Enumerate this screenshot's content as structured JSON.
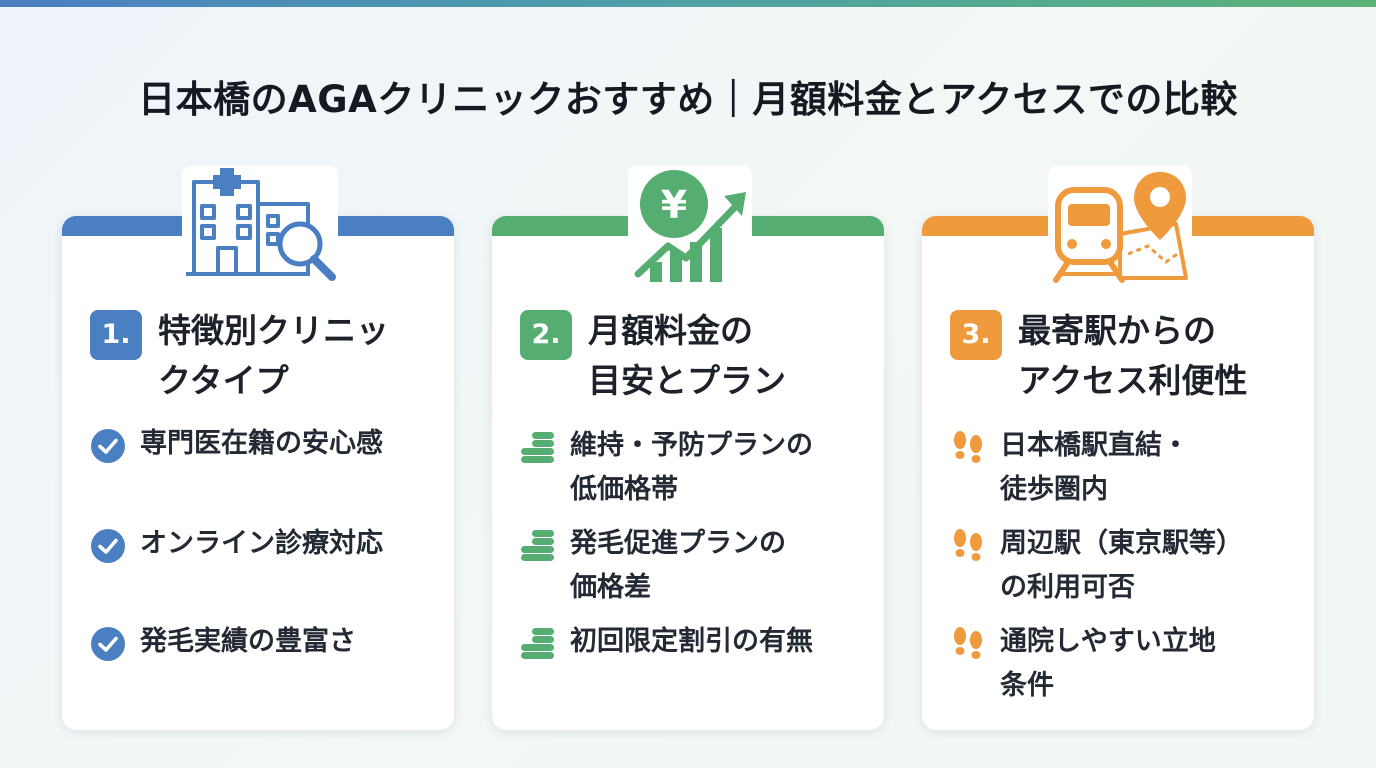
{
  "title": "日本橋のAGAクリニックおすすめ｜月額料金とアクセスでの比較",
  "colors": {
    "blue": "#4a7fc2",
    "green": "#55ad72",
    "orange": "#ef9a3c"
  },
  "cards": [
    {
      "number": "1.",
      "title_line1": "特徴別クリニッ",
      "title_line2": "クタイプ",
      "icon": "hospital-search-icon",
      "items": [
        {
          "line1": "専門医在籍の安心感",
          "line2": ""
        },
        {
          "line1": "オンライン診療対応",
          "line2": ""
        },
        {
          "line1": "発毛実績の豊富さ",
          "line2": ""
        }
      ]
    },
    {
      "number": "2.",
      "title_line1": "月額料金の",
      "title_line2": "目安とプラン",
      "icon": "yen-growth-icon",
      "items": [
        {
          "line1": "維持・予防プランの",
          "line2": "低価格帯"
        },
        {
          "line1": "発毛促進プランの",
          "line2": "価格差"
        },
        {
          "line1": "初回限定割引の有無",
          "line2": ""
        }
      ]
    },
    {
      "number": "3.",
      "title_line1": "最寄駅からの",
      "title_line2": "アクセス利便性",
      "icon": "train-map-pin-icon",
      "items": [
        {
          "line1": "日本橋駅直結・",
          "line2": "徒歩圏内"
        },
        {
          "line1": "周辺駅（東京駅等）",
          "line2": "の利用可否"
        },
        {
          "line1": "通院しやすい立地",
          "line2": "条件"
        }
      ]
    }
  ]
}
